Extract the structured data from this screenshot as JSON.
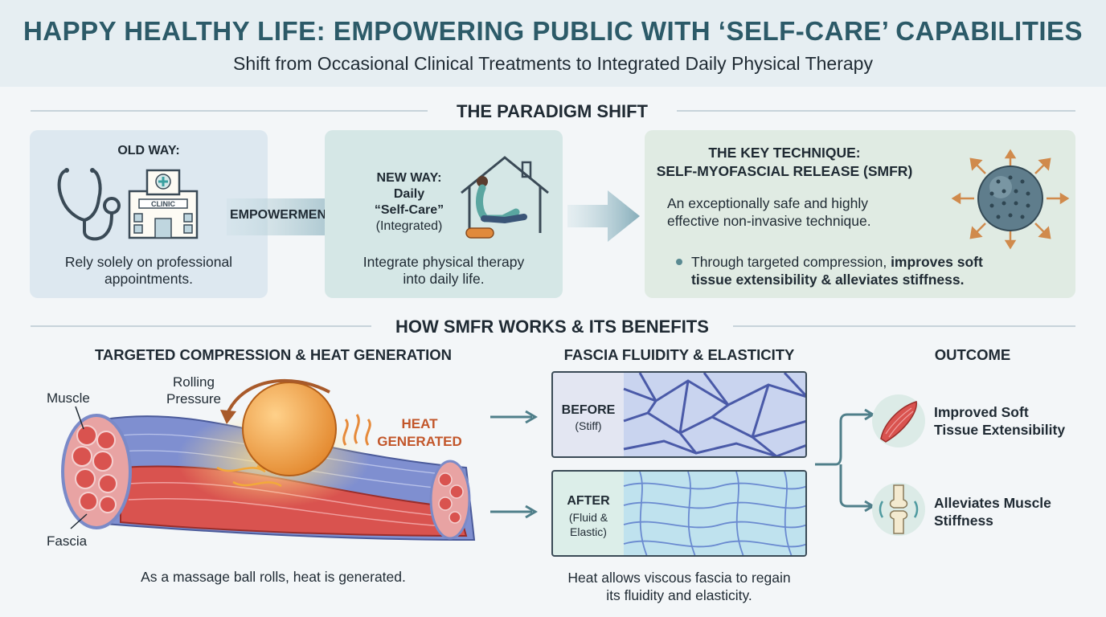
{
  "header": {
    "title": "HAPPY HEALTHY LIFE: EMPOWERING PUBLIC WITH ‘SELF-CARE’ CAPABILITIES",
    "subtitle": "Shift from Occasional Clinical Treatments to Integrated Daily Physical Therapy"
  },
  "paradigm": {
    "section_title": "THE PARADIGM SHIFT",
    "old_way": {
      "heading": "OLD WAY:",
      "clinic_sign": "CLINIC",
      "caption_line1": "Rely solely on professional",
      "caption_line2": "appointments."
    },
    "arrow_label": "EMPOWERMENT",
    "new_way": {
      "heading_line1": "NEW WAY:",
      "heading_line2": "Daily",
      "heading_line3": "“Self-Care”",
      "heading_line4": "(Integrated)",
      "caption_line1": "Integrate physical therapy",
      "caption_line2": "into daily life."
    },
    "key_technique": {
      "heading_line1": "THE KEY TECHNIQUE:",
      "heading_line2": "SELF-MYOFASCIAL RELEASE (SMFR)",
      "desc_line1": "An exceptionally safe and highly",
      "desc_line2": "effective non-invasive technique.",
      "bullet_normal": "Through targeted compression, ",
      "bullet_bold1": "improves soft",
      "bullet_bold2": "tissue extensibility & alleviates stiffness."
    }
  },
  "how": {
    "section_title": "HOW SMFR WORKS & ITS BENEFITS",
    "compression": {
      "heading": "TARGETED COMPRESSION & HEAT GENERATION",
      "label_muscle": "Muscle",
      "label_fascia": "Fascia",
      "label_rolling_line1": "Rolling",
      "label_rolling_line2": "Pressure",
      "label_heat_line1": "HEAT",
      "label_heat_line2": "GENERATED",
      "caption": "As a massage ball rolls, heat is generated."
    },
    "fascia": {
      "heading": "FASCIA FLUIDITY & ELASTICITY",
      "before_label": "BEFORE",
      "before_sub": "(Stiff)",
      "after_label": "AFTER",
      "after_sub_line1": "(Fluid &",
      "after_sub_line2": "Elastic)",
      "caption_line1": "Heat allows viscous fascia to regain",
      "caption_line2": "its fluidity and elasticity."
    },
    "outcome": {
      "heading": "OUTCOME",
      "item1_line1": "Improved Soft",
      "item1_line2": "Tissue Extensibility",
      "item2_line1": "Alleviates Muscle",
      "item2_line2": "Stiffness"
    }
  },
  "colors": {
    "title": "#2c5a68",
    "panel_blue": "#dde8f0",
    "panel_teal": "#d5e7e6",
    "panel_green": "#e0ebe3",
    "arrow": "#6f9aa6",
    "heat": "#c2562a"
  },
  "icons": [
    "stethoscope-icon",
    "clinic-building-icon",
    "home-exercise-icon",
    "massage-ball-icon",
    "muscle-fiber-icon",
    "joint-icon"
  ]
}
